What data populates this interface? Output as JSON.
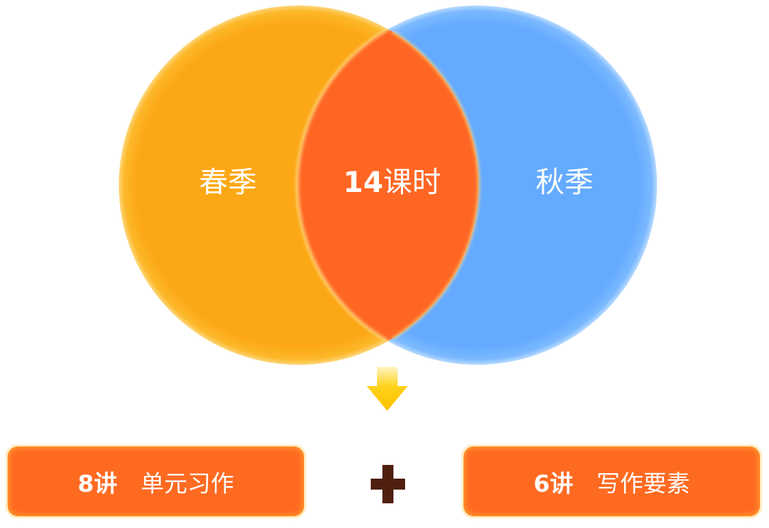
{
  "venn": {
    "left": {
      "label": "春季",
      "color": "#fca816"
    },
    "right": {
      "label": "秋季",
      "color": "#64abff"
    },
    "overlap": {
      "number": "14",
      "unit": "课时",
      "color": "#ff6623"
    },
    "shadow_color": "#6b4422"
  },
  "arrow": {
    "icon": "arrow-down-icon",
    "color": "#ffd21a"
  },
  "operator": {
    "icon": "plus-icon",
    "color": "#4f1f0f"
  },
  "boxes": [
    {
      "count": "8讲",
      "text": "单元习作",
      "color": "#ff6a21"
    },
    {
      "count": "6讲",
      "text": "写作要素",
      "color": "#ff6a21"
    }
  ]
}
